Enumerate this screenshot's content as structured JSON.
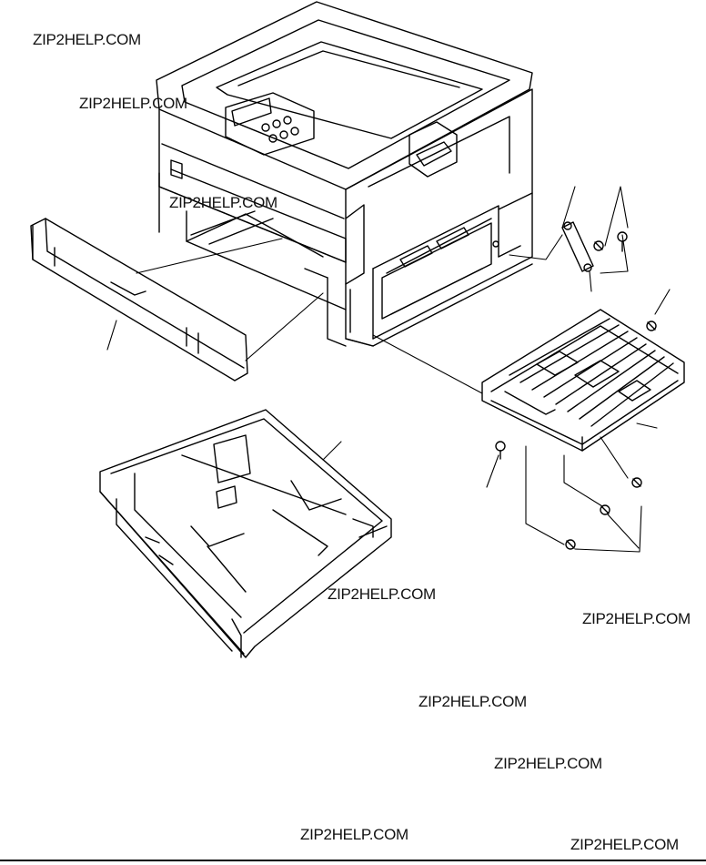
{
  "watermarks": [
    "ZIP2HELP.COM",
    "ZIP2HELP.COM",
    "ZIP2HELP.COM",
    "ZIP2HELP.COM",
    "ZIP2HELP.COM",
    "ZIP2HELP.COM",
    "ZIP2HELP.COM",
    "ZIP2HELP.COM",
    "ZIP2HELP.COM"
  ],
  "colors": {
    "line": "#000000",
    "background": "#ffffff"
  }
}
